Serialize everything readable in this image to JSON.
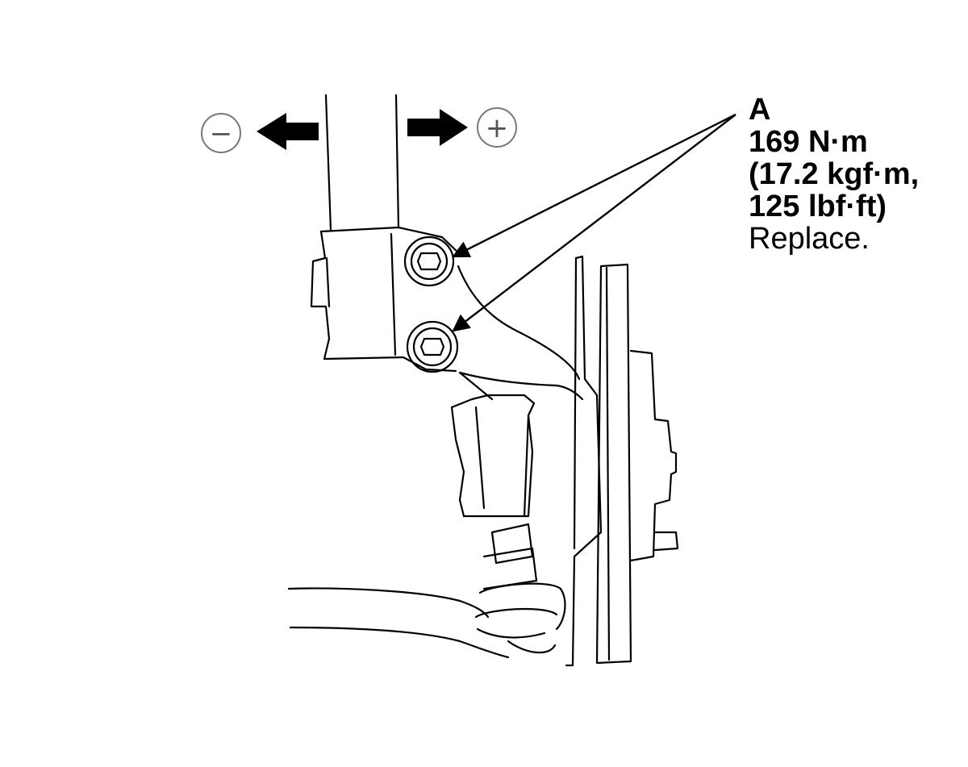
{
  "callout": {
    "letter": "A",
    "torque_nm": "169 N·m",
    "torque_kgf": "(17.2 kgf·m,",
    "torque_lbf": "125 lbf·ft)",
    "note": "Replace."
  },
  "direction_signs": {
    "minus": "−",
    "plus": "+"
  },
  "colors": {
    "line": "#000000",
    "sign": "#555555",
    "background": "#ffffff"
  }
}
